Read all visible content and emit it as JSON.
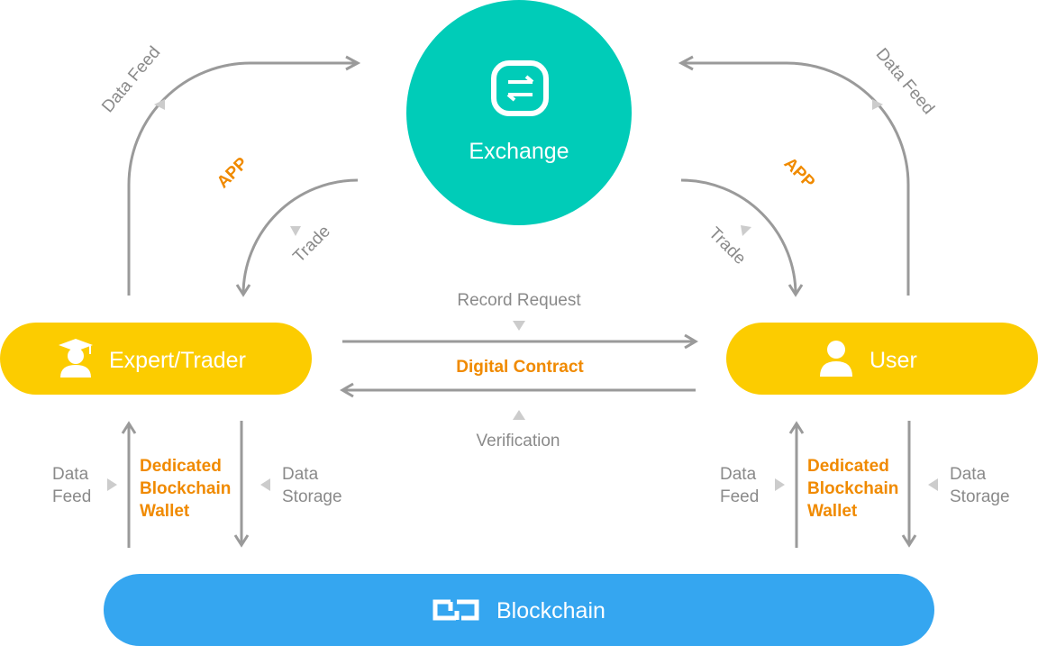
{
  "colors": {
    "exchange": "#00ccb8",
    "node": "#fccc00",
    "blockchain": "#35a6f0",
    "accent": "#f08a00",
    "line": "#9a9a9a",
    "label": "#8a8a8a"
  },
  "nodes": {
    "exchange": {
      "label": "Exchange",
      "icon": "swap-arrows-icon"
    },
    "expert": {
      "label": "Expert/Trader",
      "icon": "graduate-icon"
    },
    "user": {
      "label": "User",
      "icon": "person-icon"
    },
    "blockchain": {
      "label": "Blockchain",
      "icon": "chain-link-icon"
    }
  },
  "edges": {
    "left_data_feed": "Data Feed",
    "right_data_feed": "Data Feed",
    "left_app": "APP",
    "right_app": "APP",
    "left_trade": "Trade",
    "right_trade": "Trade",
    "record_request": "Record Request",
    "digital_contract": "Digital Contract",
    "verification": "Verification"
  },
  "left_stack": {
    "data_feed": [
      "Data",
      "Feed"
    ],
    "wallet": [
      "Dedicated",
      "Blockchain",
      "Wallet"
    ],
    "data_storage": [
      "Data",
      "Storage"
    ]
  },
  "right_stack": {
    "data_feed": [
      "Data",
      "Feed"
    ],
    "wallet": [
      "Dedicated",
      "Blockchain",
      "Wallet"
    ],
    "data_storage": [
      "Data",
      "Storage"
    ]
  }
}
